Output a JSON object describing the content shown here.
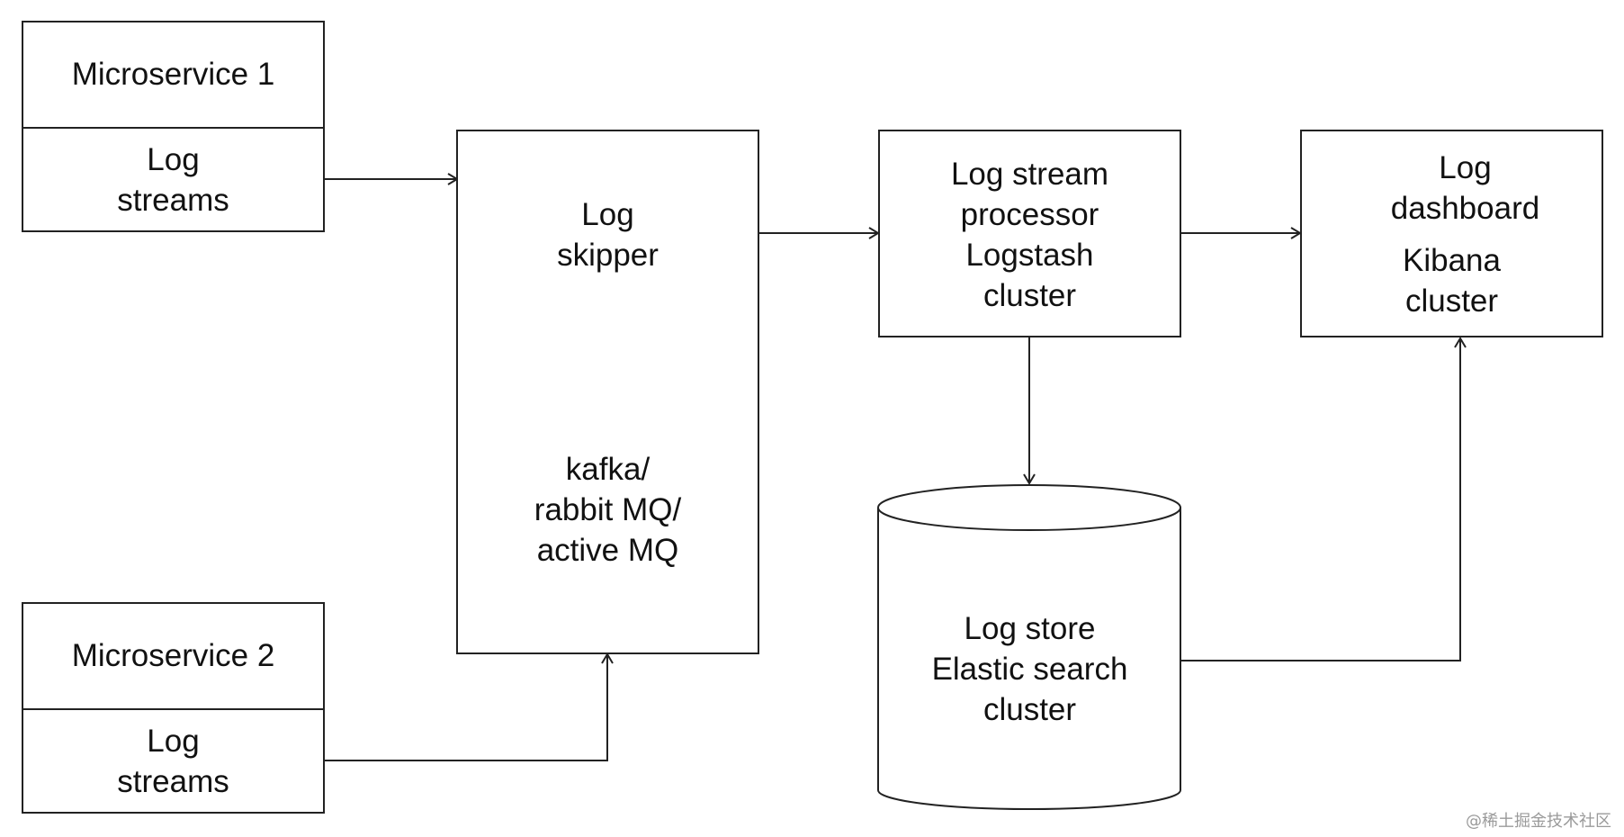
{
  "microservice1": {
    "title": "Microservice 1",
    "sub_line1": "Log",
    "sub_line2": "streams"
  },
  "microservice2": {
    "title": "Microservice 2",
    "sub_line1": "Log",
    "sub_line2": "streams"
  },
  "skipper": {
    "line1": "Log",
    "line2": "skipper",
    "broker_line1": "kafka/",
    "broker_line2": "rabbit MQ/",
    "broker_line3": "active MQ"
  },
  "processor": {
    "line1": "Log stream",
    "line2": "processor",
    "line3": "Logstash",
    "line4": "cluster"
  },
  "dashboard": {
    "line1": "Log",
    "line2": "dashboard",
    "line3": "Kibana",
    "line4": "cluster"
  },
  "store": {
    "line1": "Log store",
    "line2": "Elastic search",
    "line3": "cluster"
  },
  "watermark": "@稀土掘金技术社区"
}
